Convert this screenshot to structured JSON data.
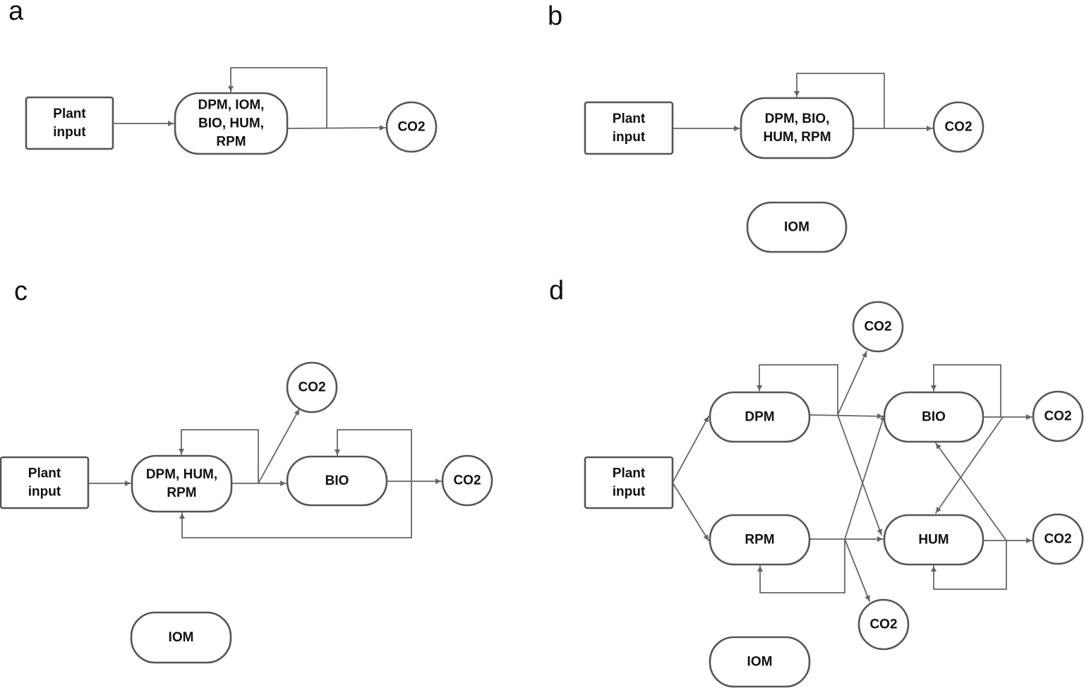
{
  "panels": [
    {
      "letter": "a",
      "nodes": [
        {
          "id": "a-plant",
          "kind": "box",
          "lines": [
            "Plant",
            "input"
          ]
        },
        {
          "id": "a-pool",
          "kind": "pill",
          "lines": [
            "DPM, IOM,",
            "BIO, HUM,",
            "RPM"
          ]
        },
        {
          "id": "a-co2",
          "kind": "circle",
          "lines": [
            "CO2"
          ]
        }
      ]
    },
    {
      "letter": "b",
      "nodes": [
        {
          "id": "b-plant",
          "kind": "box",
          "lines": [
            "Plant",
            "input"
          ]
        },
        {
          "id": "b-pool",
          "kind": "pill",
          "lines": [
            "DPM, BIO,",
            "HUM, RPM"
          ]
        },
        {
          "id": "b-co2",
          "kind": "circle",
          "lines": [
            "CO2"
          ]
        },
        {
          "id": "b-iom",
          "kind": "pill",
          "lines": [
            "IOM"
          ]
        }
      ]
    },
    {
      "letter": "c",
      "nodes": [
        {
          "id": "c-plant",
          "kind": "box",
          "lines": [
            "Plant",
            "input"
          ]
        },
        {
          "id": "c-pool",
          "kind": "pill",
          "lines": [
            "DPM, HUM,",
            "RPM"
          ]
        },
        {
          "id": "c-bio",
          "kind": "pill",
          "lines": [
            "BIO"
          ]
        },
        {
          "id": "c-co2-top",
          "kind": "circle",
          "lines": [
            "CO2"
          ]
        },
        {
          "id": "c-co2-right",
          "kind": "circle",
          "lines": [
            "CO2"
          ]
        },
        {
          "id": "c-iom",
          "kind": "pill",
          "lines": [
            "IOM"
          ]
        }
      ]
    },
    {
      "letter": "d",
      "nodes": [
        {
          "id": "d-plant",
          "kind": "box",
          "lines": [
            "Plant",
            "input"
          ]
        },
        {
          "id": "d-dpm",
          "kind": "pill",
          "lines": [
            "DPM"
          ]
        },
        {
          "id": "d-rpm",
          "kind": "pill",
          "lines": [
            "RPM"
          ]
        },
        {
          "id": "d-bio",
          "kind": "pill",
          "lines": [
            "BIO"
          ]
        },
        {
          "id": "d-hum",
          "kind": "pill",
          "lines": [
            "HUM"
          ]
        },
        {
          "id": "d-co2-top",
          "kind": "circle",
          "lines": [
            "CO2"
          ]
        },
        {
          "id": "d-co2-bottom",
          "kind": "circle",
          "lines": [
            "CO2"
          ]
        },
        {
          "id": "d-co2-bio",
          "kind": "circle",
          "lines": [
            "CO2"
          ]
        },
        {
          "id": "d-co2-hum",
          "kind": "circle",
          "lines": [
            "CO2"
          ]
        },
        {
          "id": "d-iom",
          "kind": "pill",
          "lines": [
            "IOM"
          ]
        }
      ]
    }
  ],
  "colors": {
    "node_stroke": "#555555",
    "edge_stroke": "#666666",
    "text": "#111111",
    "background": "#ffffff"
  }
}
